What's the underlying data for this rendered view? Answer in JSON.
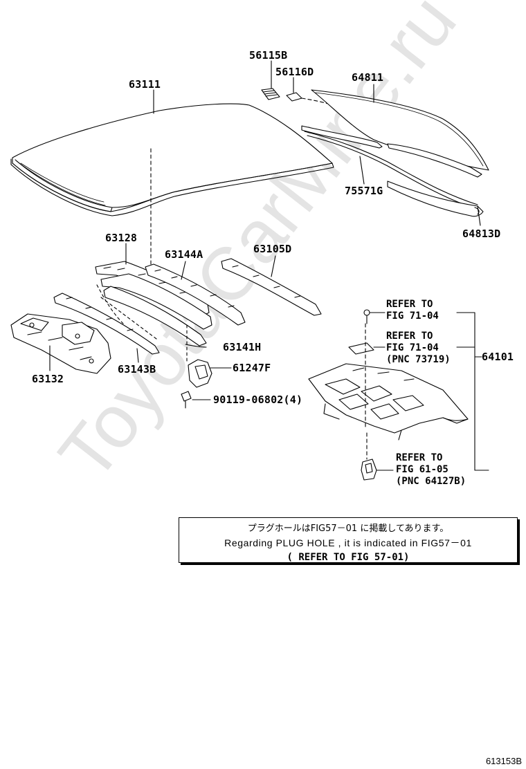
{
  "parts": {
    "p56115B": "56115B",
    "p56116D": "56116D",
    "p63111": "63111",
    "p64811": "64811",
    "p75571G": "75571G",
    "p64813D": "64813D",
    "p63128": "63128",
    "p63144A": "63144A",
    "p63105D": "63105D",
    "p63141H": "63141H",
    "p61247F": "61247F",
    "p63132": "63132",
    "p63143B": "63143B",
    "p90119": "90119-06802(4)",
    "p64101": "64101"
  },
  "refs": {
    "r1": {
      "line1": "REFER TO",
      "line2": "FIG 71-04"
    },
    "r2": {
      "line1": "REFER TO",
      "line2": "FIG 71-04",
      "line3": "(PNC 73719)"
    },
    "r3": {
      "line1": "REFER TO",
      "line2": "FIG 61-05",
      "line3": "(PNC 64127B)"
    }
  },
  "note": {
    "line1": "プラグホールはFIG57－01 に掲載してあります。",
    "line2": "Regarding PLUG HOLE , it is indicated in FIG57－01",
    "line3": "(   REFER TO FIG 57-01)"
  },
  "figure_id": "613153B",
  "watermark": "ToyotaCarMine.ru"
}
